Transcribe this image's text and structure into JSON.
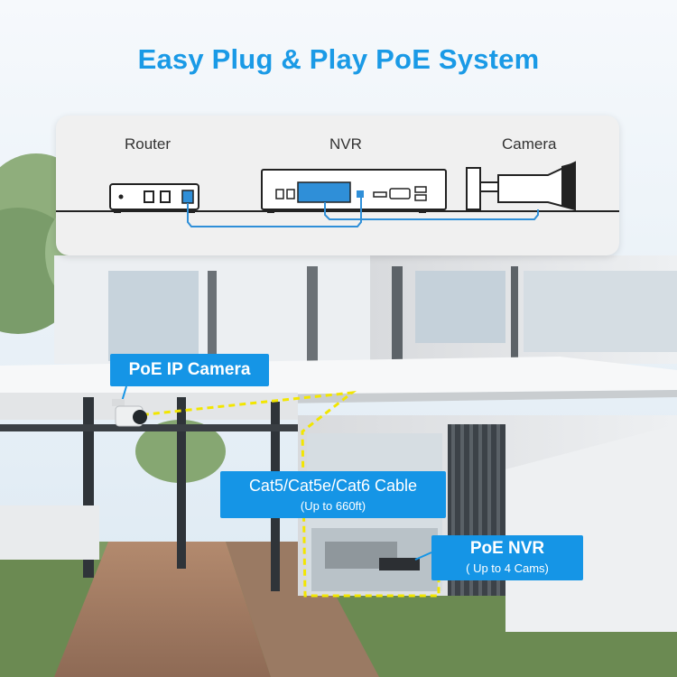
{
  "headline": "Easy Plug & Play PoE System",
  "diagram": {
    "router_label": "Router",
    "nvr_label": "NVR",
    "camera_label": "Camera"
  },
  "callouts": {
    "camera": "PoE IP Camera",
    "cable": "Cat5/Cat5e/Cat6 Cable",
    "cable_note": "(Up to 660ft)",
    "nvr": "PoE NVR",
    "nvr_note": "( Up to 4 Cams)"
  },
  "colors": {
    "brand_blue": "#1a9ae6",
    "callout_blue": "#1595e6",
    "cable_line": "#2f8fd8",
    "dashed_cable": "#f2e600"
  }
}
